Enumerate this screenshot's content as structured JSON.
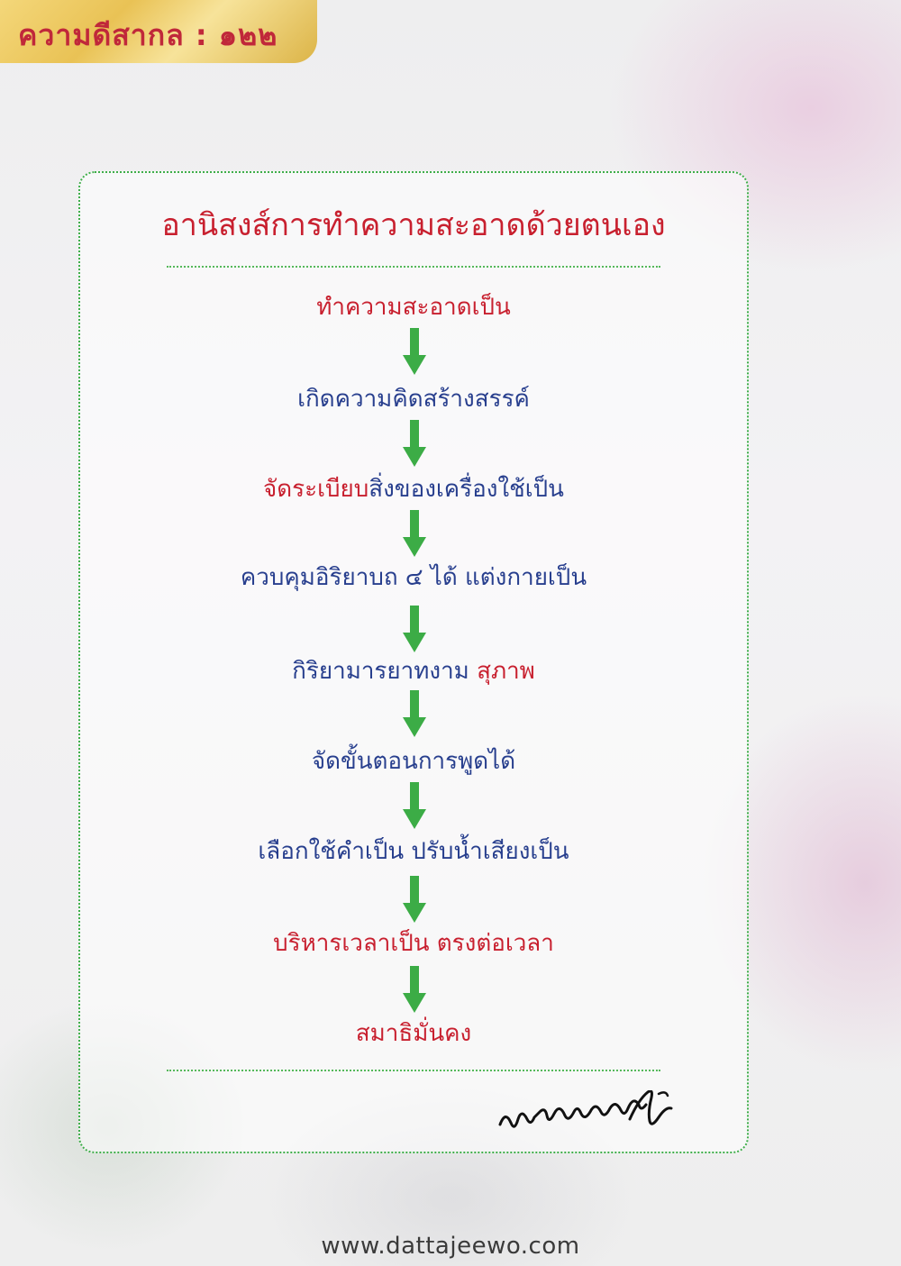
{
  "header": {
    "badge_text": "ความดีสากล : ๑๒๒"
  },
  "card": {
    "title": "อานิสงส์การทำความสะอาดด้วยตนเอง",
    "steps": [
      {
        "parts": [
          "ทำความสะอาดเป็น"
        ]
      },
      {
        "parts": [
          "เกิดความคิดสร้างสรรค์"
        ]
      },
      {
        "parts": [
          "จัดระเบียบ",
          "สิ่งของเครื่องใช้เป็น"
        ]
      },
      {
        "parts": [
          "ควบคุมอิริยาบถ ๔ ได้  แต่งกายเป็น"
        ]
      },
      {
        "parts": [
          "กิริยามารยาทงาม  ",
          "สุภาพ"
        ]
      },
      {
        "parts": [
          "จัดขั้นตอนการพูดได้"
        ]
      },
      {
        "parts": [
          "เลือกใช้คำเป็น  ปรับน้ำเสียงเป็น"
        ]
      },
      {
        "parts": [
          "บริหารเวลาเป็น  ตรงต่อเวลา"
        ]
      },
      {
        "parts": [
          "สมาธิมั่นคง"
        ]
      }
    ]
  },
  "signature": {
    "text": "พระราชภาวนาจารย์"
  },
  "footer": {
    "website": "www.dattajeewo.com"
  },
  "colors": {
    "red": "#c8202f",
    "blue": "#283f8e",
    "green": "#3cac46",
    "gold": "#e9c255"
  }
}
